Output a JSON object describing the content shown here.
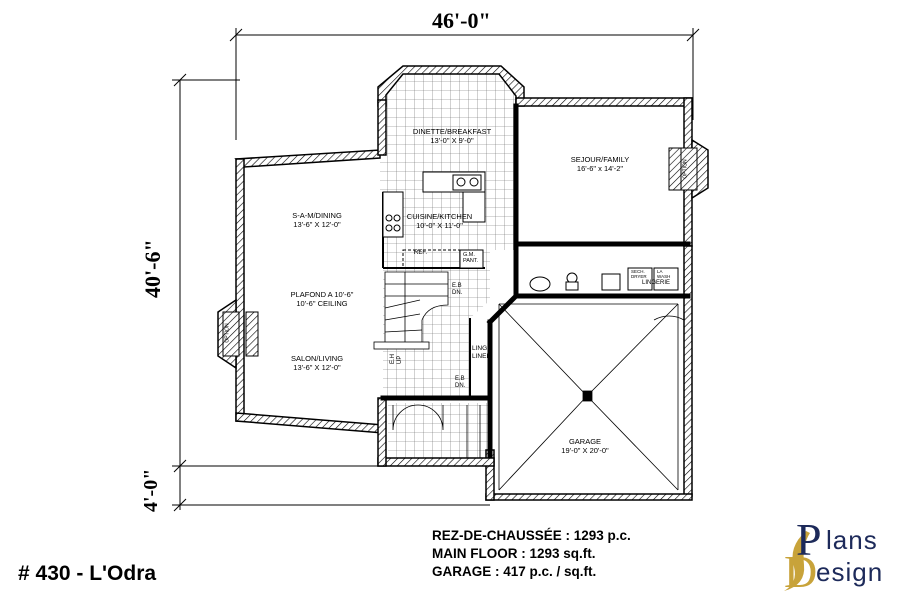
{
  "dimensions": {
    "width": "46'-0\"",
    "depth": "40'-6\"",
    "garage_offset": "4'-0\""
  },
  "rooms": {
    "dinette": {
      "name": "DINETTE/BREAKFAST",
      "size": "13'-0\" X 9'-0\""
    },
    "sejour": {
      "name": "SEJOUR/FAMILY",
      "size": "16'-6\" x 14'-2\""
    },
    "dining": {
      "name": "S-A-M/DINING",
      "size": "13'-6\" X 12'-0\""
    },
    "kitchen": {
      "name": "CUISINE/KITCHEN",
      "size": "10'-0\" X 11'-0\""
    },
    "ceiling_fr": "PLAFOND A 10'-6\"",
    "ceiling_en": "10'-6\" CEILING",
    "living": {
      "name": "SALON/LIVING",
      "size": "13'-6\" X 12'-0\""
    },
    "garage": {
      "name": "GARAGE",
      "size": "19'-0\" X 20'-0\""
    },
    "linen": "LING\nLINEN",
    "lingerie": "LINGERIE",
    "refrigerator": "REF.",
    "pantry": "G.M.\nPANT.",
    "eb_dn_upper": "E.B\nDN.",
    "eb_dn_lower": "E.B\nDN.",
    "eh_up": "E.H\nUP",
    "option_left": "OPTION",
    "option_right": "OPTION",
    "washer_dryer": "SECH.\nDRYER",
    "laundry": "LA\nWASH"
  },
  "info": {
    "line1": "REZ-DE-CHAUSSÉE : 1293 p.c.",
    "line2": "MAIN FLOOR : 1293 sq.ft.",
    "line3": "GARAGE : 417 p.c. / sq.ft."
  },
  "title": "# 430 - L'Odra",
  "logo": {
    "p": "P",
    "lans": "lans",
    "d": "D",
    "esign": "esign"
  }
}
